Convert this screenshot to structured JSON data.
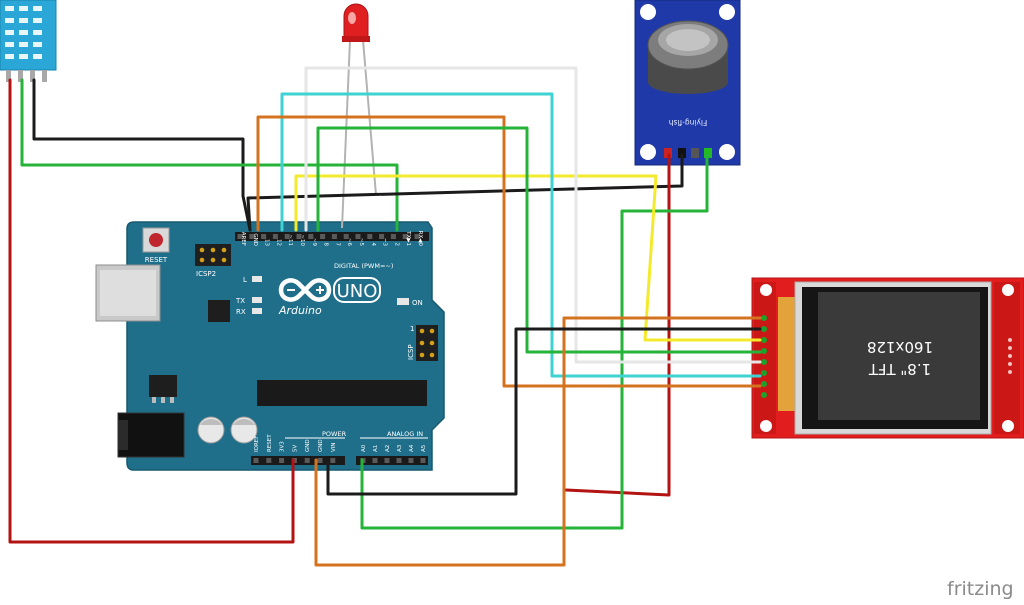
{
  "colors": {
    "board": "#1f6f8b",
    "board_edge": "#17596f",
    "wire_red": "#b31312",
    "wire_black": "#1b1b1b",
    "wire_green": "#26b33a",
    "wire_cyan": "#3fd2d2",
    "wire_orange": "#d4731f",
    "wire_yellow": "#f3ea2b",
    "wire_white": "#e6e6e6",
    "wire_gray": "#b3b3b3",
    "dht_body": "#2aa7d6",
    "tft_pcb": "#e11d1d",
    "mq_pcb": "#1f3aa8"
  },
  "arduino": {
    "reset_label": "RESET",
    "icsp2_label": "ICSP2",
    "icsp_label": "ICSP",
    "l_label": "L",
    "tx_label": "TX",
    "rx_label": "RX",
    "on_label": "ON",
    "brand_label": "Arduino",
    "model_label": "UNO",
    "digital_label": "DIGITAL (PWM=~)",
    "power_label": "POWER",
    "analog_label": "ANALOG IN",
    "icsp_pin1_label": "1",
    "top_pins": [
      "AREF",
      "GND",
      "13",
      "12",
      "~11",
      "~10",
      "~9",
      "8",
      "7",
      "~6",
      "~5",
      "4",
      "~3",
      "2",
      "TX▶1",
      "RX◀0"
    ],
    "power_pins": [
      "IOREF",
      "RESET",
      "3V3",
      "5V",
      "GND",
      "GND",
      "VIN"
    ],
    "analog_pins": [
      "A0",
      "A1",
      "A2",
      "A3",
      "A4",
      "A5"
    ]
  },
  "mq_sensor": {
    "label": "Flying-fish"
  },
  "tft": {
    "label_line1": "1.8\" TFT",
    "label_line2": "160x128"
  },
  "watermark": "fritzing"
}
